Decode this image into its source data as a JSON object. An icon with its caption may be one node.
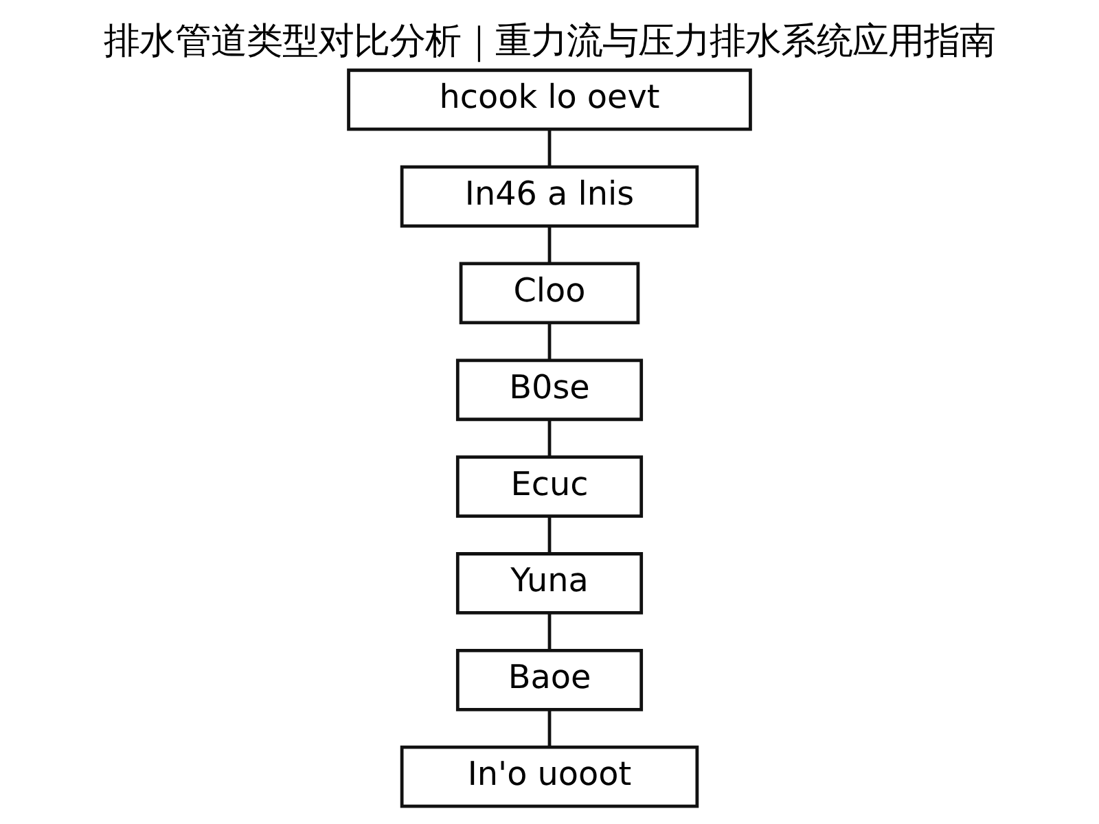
{
  "diagram": {
    "title": "排水管道类型对比分析｜重力流与压力排水系统应用指南",
    "nodes": [
      {
        "text": [
          "hcook lo oevt"
        ]
      },
      {
        "text": [
          "In46 a lnis"
        ]
      },
      {
        "text": [
          "Cloo"
        ]
      },
      {
        "text": [
          "B0se"
        ]
      },
      {
        "text": [
          "Ecuc"
        ]
      },
      {
        "text": [
          "Yuna"
        ]
      },
      {
        "text": [
          "Baoe"
        ]
      },
      {
        "text": [
          "In'o uooot"
        ]
      }
    ],
    "edges": [
      {
        "from": 0,
        "to": 1,
        "arrow": "none"
      },
      {
        "from": 1,
        "to": 2,
        "arrow": "none"
      },
      {
        "from": 2,
        "to": 3,
        "arrow": "none"
      },
      {
        "from": 3,
        "to": 4,
        "arrow": "none"
      },
      {
        "from": 4,
        "to": 5,
        "arrow": "none"
      },
      {
        "from": 5,
        "to": 6,
        "arrow": "none"
      },
      {
        "from": 6,
        "to": 7,
        "arrow": "none"
      }
    ]
  }
}
